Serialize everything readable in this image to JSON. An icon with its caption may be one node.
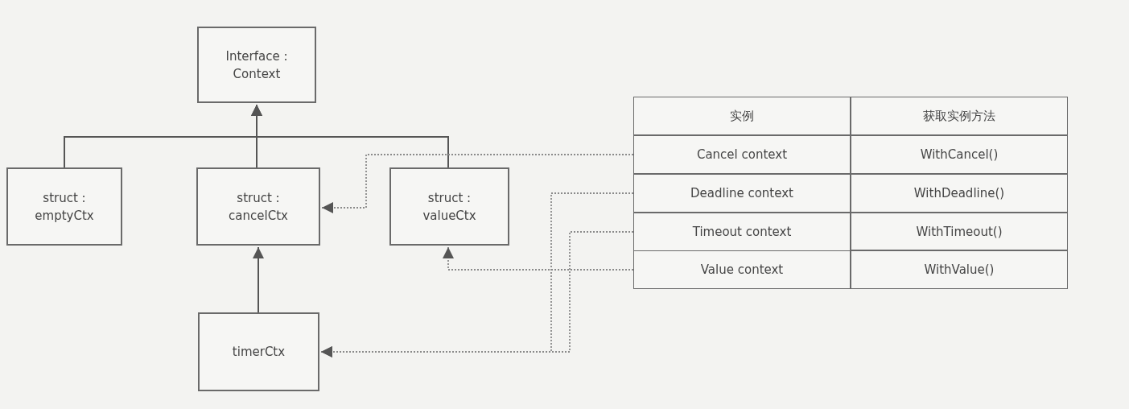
{
  "diagram": {
    "nodes": [
      {
        "text": [
          "Interface : Context"
        ]
      },
      {
        "text": [
          "struct : emptyCtx"
        ]
      },
      {
        "text": [
          "struct : cancelCtx"
        ]
      },
      {
        "text": [
          "struct : valueCtx"
        ]
      },
      {
        "text": [
          "timerCtx"
        ]
      },
      {
        "text": [
          "实例"
        ]
      },
      {
        "text": [
          "获取实例方法"
        ]
      },
      {
        "text": [
          "Cancel context"
        ]
      },
      {
        "text": [
          "WithCancel()"
        ]
      },
      {
        "text": [
          "Deadline context"
        ]
      },
      {
        "text": [
          "WithDeadline()"
        ]
      },
      {
        "text": [
          "Timeout context"
        ]
      },
      {
        "text": [
          "WithTimeout()"
        ]
      },
      {
        "text": [
          "Value context"
        ]
      },
      {
        "text": [
          "WithValue()"
        ]
      }
    ],
    "edges": [
      {
        "from": 1,
        "to": 0,
        "arrow": "to"
      },
      {
        "from": 2,
        "to": 0,
        "arrow": "to"
      },
      {
        "from": 3,
        "to": 0,
        "arrow": "to"
      },
      {
        "from": 4,
        "to": 2,
        "arrow": "to"
      },
      {
        "from": 7,
        "to": 2,
        "arrow": "to",
        "style": "dashed"
      },
      {
        "from": 9,
        "to": 4,
        "arrow": "to",
        "style": "dashed"
      },
      {
        "from": 11,
        "to": 4,
        "arrow": "to",
        "style": "dashed"
      },
      {
        "from": 13,
        "to": 3,
        "arrow": "to",
        "style": "dashed"
      }
    ]
  }
}
